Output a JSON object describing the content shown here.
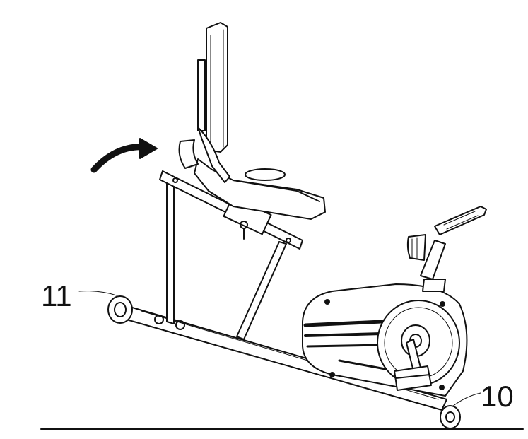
{
  "diagram": {
    "callouts": [
      {
        "id": "11",
        "text": "11"
      },
      {
        "id": "10",
        "text": "10"
      }
    ],
    "colors": {
      "line": "#111111",
      "fill": "#ffffff",
      "shade": "#d9d9d9"
    }
  }
}
